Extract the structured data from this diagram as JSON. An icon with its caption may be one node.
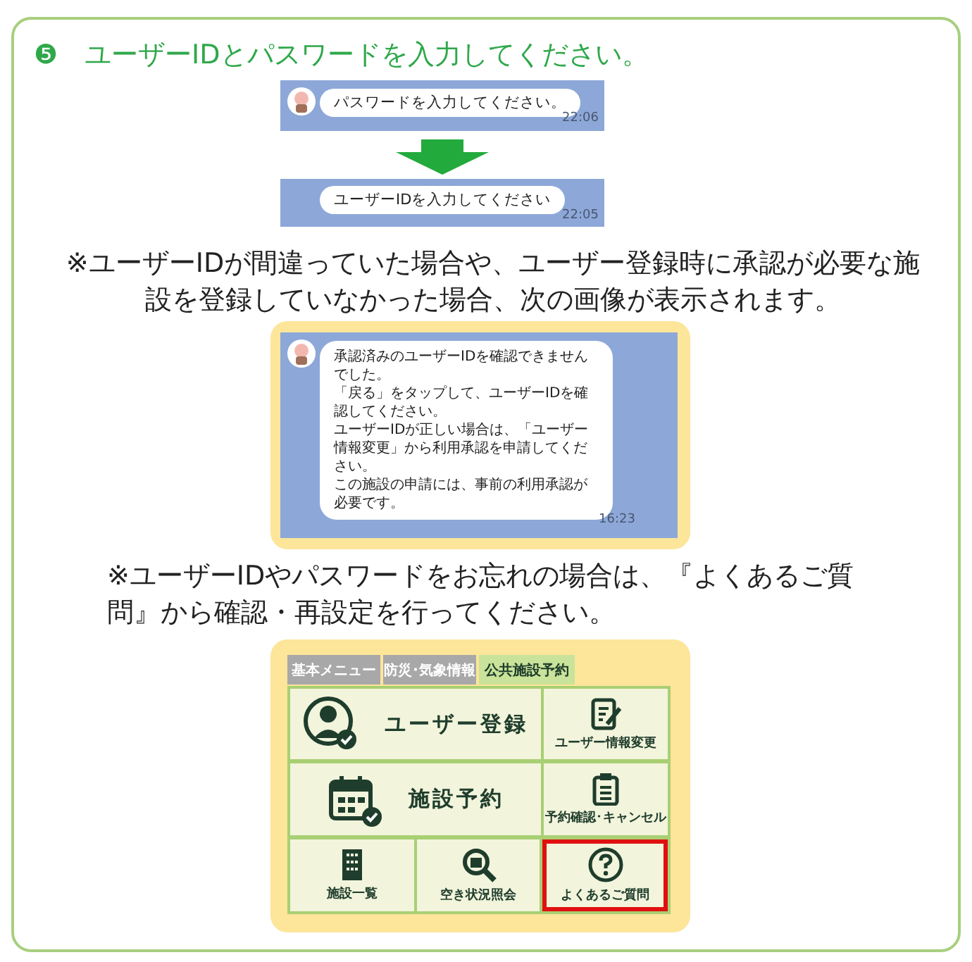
{
  "diagram": {
    "title": "❺　ユーザーIDとパスワードを入力してください。",
    "nodes": [
      {
        "text": [
          "パスワードを入力してください。",
          "22:06"
        ]
      },
      {
        "text": [
          "ユーザーIDを入力してください",
          "22:05"
        ]
      },
      {
        "text": [
          "承認済みのユーザーIDを確認できませんでした。",
          "「戻る」をタップして、ユーザーIDを確認してください。",
          "ユーザーIDが正しい場合は、「ユーザー情報変更」から利用承認を申請してください。",
          "この施設の申請には、事前の利用承認が必要です。",
          "16:23"
        ]
      },
      {
        "text": [
          "基本メニュー"
        ]
      },
      {
        "text": [
          "防災･気象情報"
        ]
      },
      {
        "text": [
          "公共施設予約"
        ]
      },
      {
        "text": [
          "ユーザー登録"
        ]
      },
      {
        "text": [
          "ユーザー情報変更"
        ]
      },
      {
        "text": [
          "施設予約"
        ]
      },
      {
        "text": [
          "予約確認･キャンセル"
        ]
      },
      {
        "text": [
          "施設一覧"
        ]
      },
      {
        "text": [
          "空き状況照会"
        ]
      },
      {
        "text": [
          "よくあるご質問"
        ]
      }
    ],
    "edges": [
      {
        "from": 0,
        "to": 1,
        "arrow": "to"
      }
    ],
    "labels": [
      "※ユーザーIDが間違っていた場合や、ユーザー登録時に承認が必要な施設を登録していなかった場合、次の画像が表示されます。",
      "※ユーザーIDやパスワードをお忘れの場合は、『よくあるご質問』から確認・再設定を行ってください。"
    ]
  }
}
